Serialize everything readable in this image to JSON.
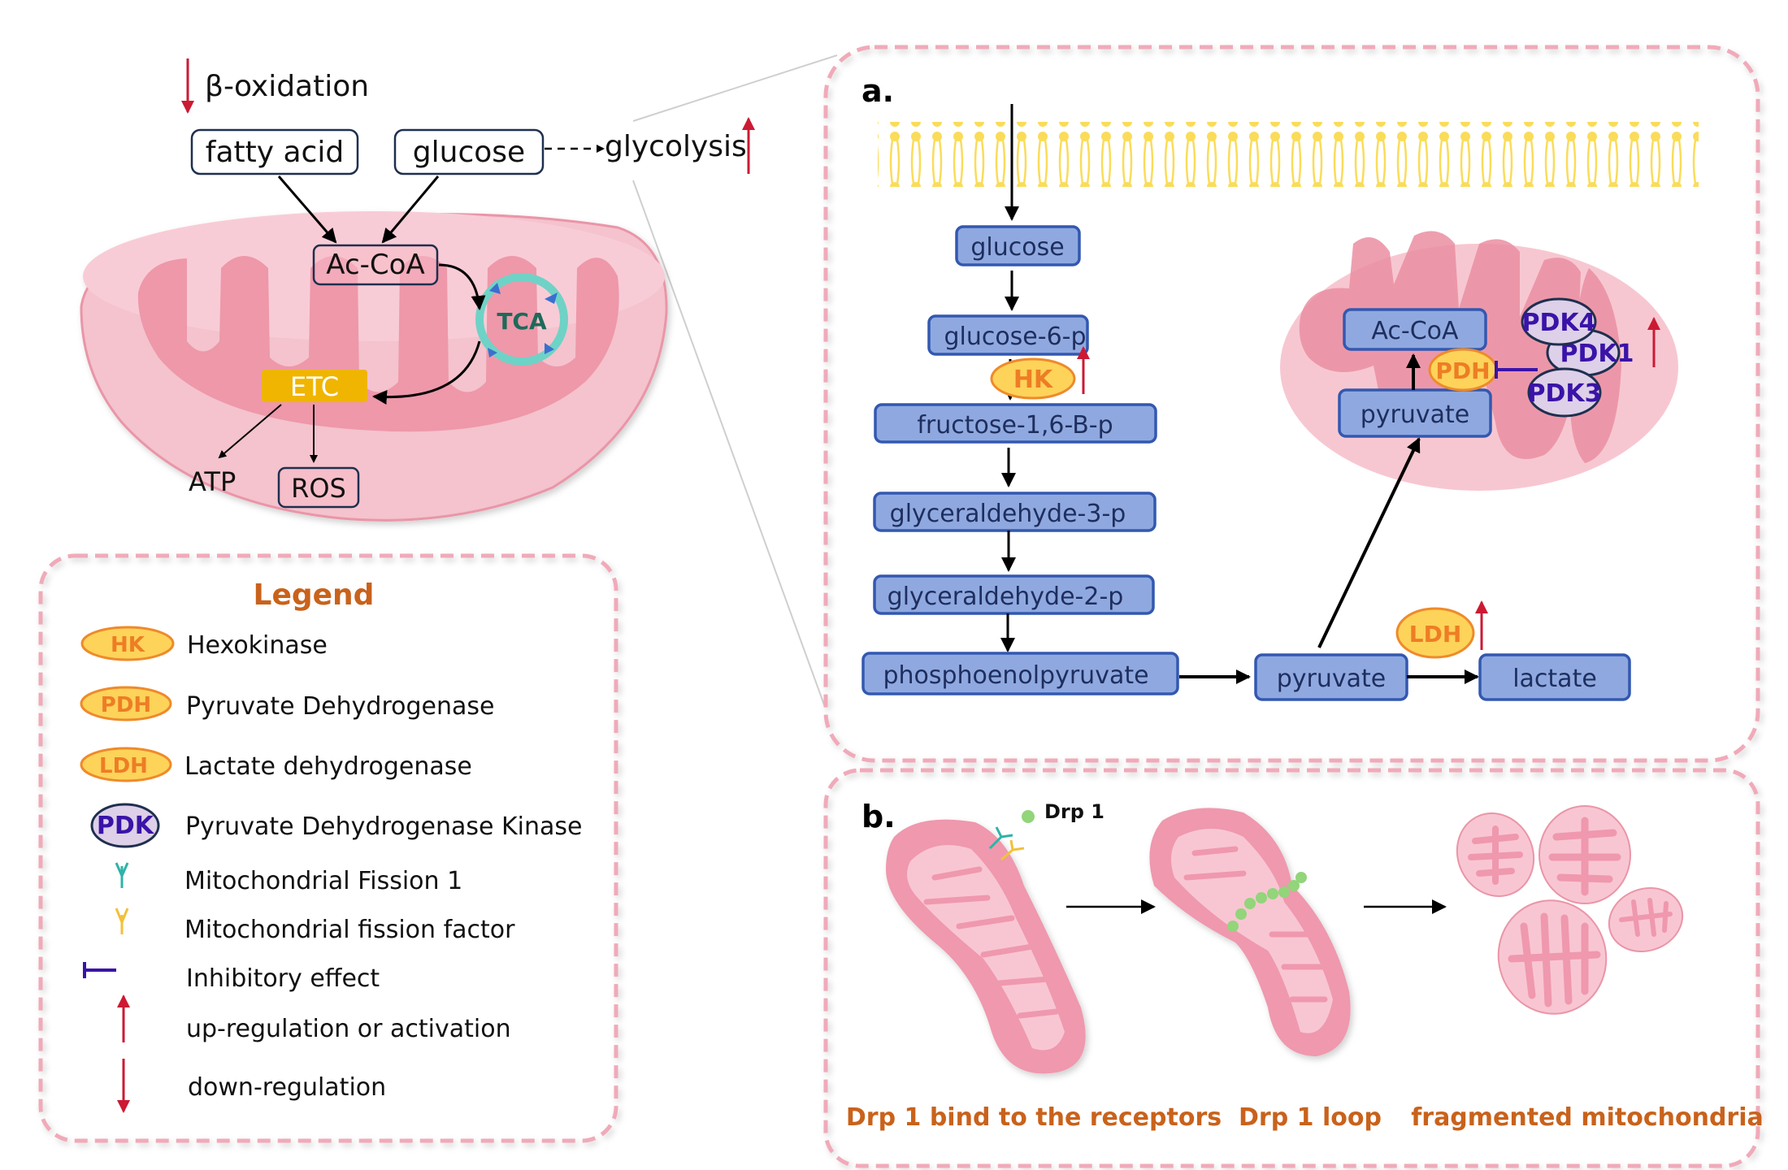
{
  "overview": {
    "beta_oxidation": "β-oxidation",
    "fatty_acid": "fatty acid",
    "glucose": "glucose",
    "glycolysis": "glycolysis",
    "ac_coa": "Ac-CoA",
    "tca": "TCA",
    "etc": "ETC",
    "atp": "ATP",
    "ros": "ROS"
  },
  "legend": {
    "title": "Legend",
    "items": [
      {
        "symbol": "HK",
        "label": "Hexokinase",
        "icon": "enzyme-ellipse-icon"
      },
      {
        "symbol": "PDH",
        "label": "Pyruvate Dehydrogenase",
        "icon": "enzyme-ellipse-icon"
      },
      {
        "symbol": "LDH",
        "label": "Lactate dehydrogenase",
        "icon": "enzyme-ellipse-icon"
      },
      {
        "symbol": "PDK",
        "label": "Pyruvate Dehydrogenase Kinase",
        "icon": "kinase-ellipse-icon"
      },
      {
        "symbol": "",
        "label": "Mitochondrial Fission 1",
        "icon": "teal-receptor-icon"
      },
      {
        "symbol": "",
        "label": "Mitochondrial fission factor",
        "icon": "yellow-receptor-icon"
      },
      {
        "symbol": "",
        "label": "Inhibitory effect",
        "icon": "inhibition-bar-icon"
      },
      {
        "symbol": "",
        "label": "up-regulation or activation",
        "icon": "up-arrow-icon"
      },
      {
        "symbol": "",
        "label": "down-regulation",
        "icon": "down-arrow-icon"
      }
    ]
  },
  "panel_a": {
    "label": "a.",
    "pathway": [
      "glucose",
      "glucose-6-p",
      "fructose-1,6-B-p",
      "glyceraldehyde-3-p",
      "glyceraldehyde-2-p",
      "phosphoenolpyruvate"
    ],
    "pyruvate": "pyruvate",
    "lactate": "lactate",
    "mito_pyruvate": "pyruvate",
    "mito_ac_coa": "Ac-CoA",
    "hk": "HK",
    "pdh": "PDH",
    "ldh": "LDH",
    "pdk4": "PDK4",
    "pdk1": "PDK1",
    "pdk3": "PDK3"
  },
  "panel_b": {
    "label": "b.",
    "drp1": "Drp 1",
    "captions": [
      "Drp 1 bind to the receptors",
      "Drp 1 loop",
      "fragmented mitochondria"
    ]
  },
  "colors": {
    "node_fill": "#8fa9e0",
    "node_stroke": "#3358b0",
    "enzyme_fill": "#fdd35a",
    "enzyme_text": "#ee7d25",
    "pdk_text": "#3a13a8",
    "up_down_arrow": "#cc1a33",
    "caption": "#c9621b",
    "panel_border": "#f0aab9"
  }
}
